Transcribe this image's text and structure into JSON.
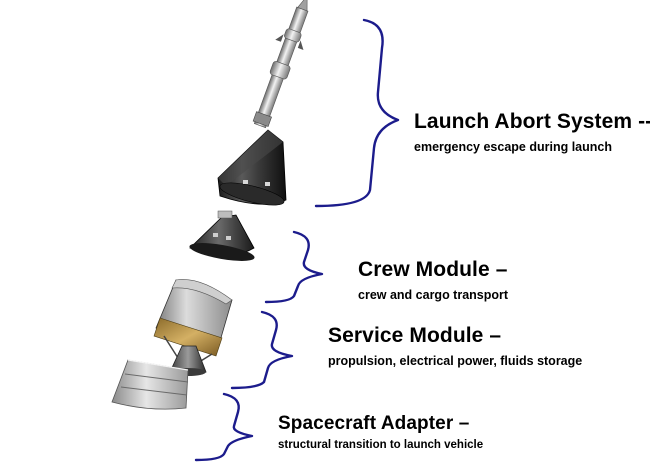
{
  "components": [
    {
      "id": "launch-abort-system",
      "title": "Launch Abort System --",
      "description": "emergency escape during launch"
    },
    {
      "id": "crew-module",
      "title": "Crew Module –",
      "description": "crew and cargo transport"
    },
    {
      "id": "service-module",
      "title": "Service Module –",
      "description": "propulsion, electrical power, fluids storage"
    },
    {
      "id": "spacecraft-adapter",
      "title": "Spacecraft Adapter –",
      "description": "structural transition to launch vehicle"
    }
  ],
  "colors": {
    "bracket": "#1c1c8c",
    "background": "#ffffff",
    "text": "#000000",
    "hull_dark": "#2a2a2a",
    "hull_metal": "#b8b8b8",
    "gold_foil": "#b08a3c"
  }
}
